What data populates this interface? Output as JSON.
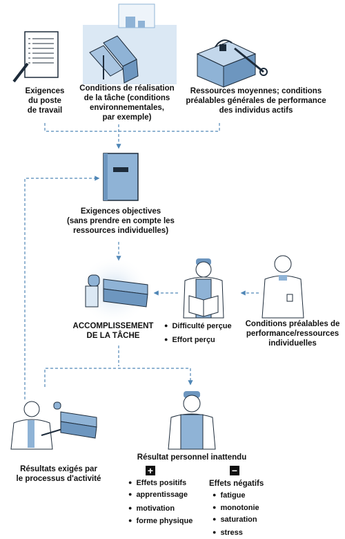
{
  "top": {
    "job_requirements": [
      "Exigences",
      "du poste",
      "de travail"
    ],
    "task_conditions": [
      "Conditions de réalisation",
      "de la tâche (conditions",
      "environnementales,",
      "par exemple)"
    ],
    "general_resources": [
      "Ressources moyennes; conditions",
      "préalables générales de performance",
      "des individus actifs"
    ]
  },
  "objective_requirements": [
    "Exigences objectives",
    "(sans prendre en compte les",
    "ressources individuelles)"
  ],
  "task_execution": [
    "ACCOMPLISSEMENT",
    "DE LA TÂCHE"
  ],
  "perceived": [
    "Difficulté perçue",
    "Effort perçu"
  ],
  "individual_conditions": [
    "Conditions préalables de",
    "performance/ressources",
    "individuelles"
  ],
  "required_results": [
    "Résultats exigés par",
    "le processus d'activité"
  ],
  "unexpected_result": "Résultat personnel inattendu",
  "positive": {
    "sign": "+",
    "title": "Effets positifs",
    "items": [
      "apprentissage",
      "motivation",
      "forme physique"
    ]
  },
  "negative": {
    "sign": "−",
    "title": "Effets négatifs",
    "items": [
      "fatigue",
      "monotonie",
      "saturation",
      "stress"
    ]
  },
  "colors": {
    "arrow": "#4f86b6",
    "illustration": "#8fb3d6",
    "dark": "#1d2b3a"
  }
}
